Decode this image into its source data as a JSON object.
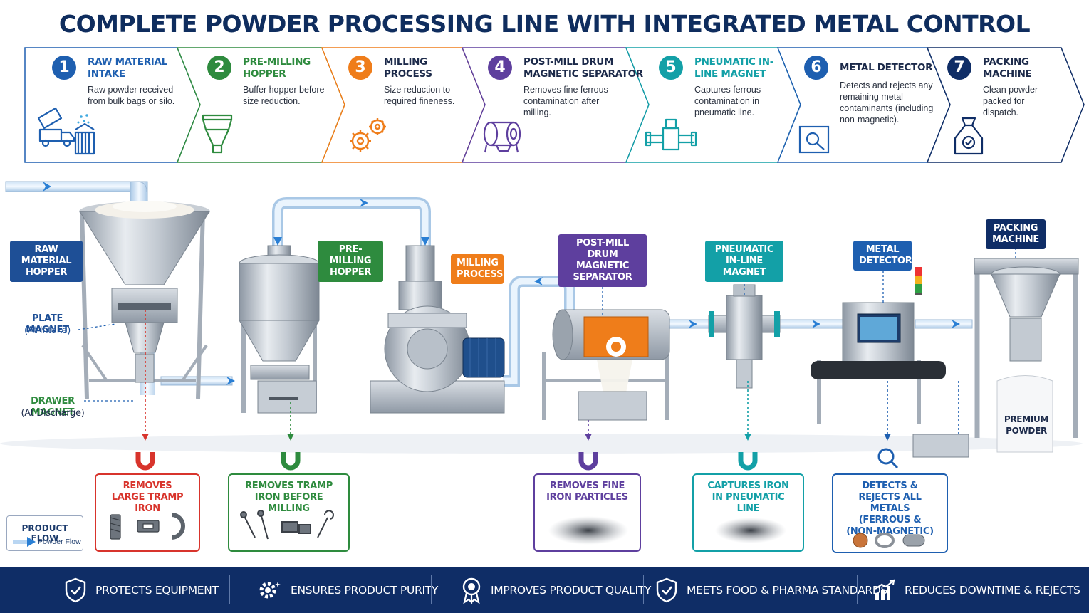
{
  "title": "COMPLETE POWDER PROCESSING LINE WITH INTEGRATED METAL CONTROL",
  "colors": {
    "navy": "#0f2d66",
    "blue": "#1e5fb0",
    "green": "#2e8b3e",
    "orange": "#ef7d1a",
    "purple": "#5e3f9e",
    "teal": "#13a0a7",
    "red": "#d8342c"
  },
  "steps": [
    {
      "number": "1",
      "title": "RAW MATERIAL INTAKE",
      "description": "Raw powder received from bulk bags or silo.",
      "color": "#1e5fb0",
      "icon": "truck-silo-icon"
    },
    {
      "number": "2",
      "title": "PRE-MILLING HOPPER",
      "description": "Buffer hopper before size reduction.",
      "color": "#2e8b3e",
      "icon": "hopper-icon"
    },
    {
      "number": "3",
      "title": "MILLING PROCESS",
      "description": "Size reduction to required fineness.",
      "color": "#ef7d1a",
      "icon": "gears-icon"
    },
    {
      "number": "4",
      "title": "POST-MILL DRUM MAGNETIC SEPARATOR",
      "description": "Removes fine ferrous contamination after milling.",
      "color": "#5e3f9e",
      "icon": "drum-icon"
    },
    {
      "number": "5",
      "title": "PNEUMATIC IN-LINE MAGNET",
      "description": "Captures ferrous contamination in pneumatic line.",
      "color": "#13a0a7",
      "icon": "pipe-magnet-icon"
    },
    {
      "number": "6",
      "title": "METAL DETECTOR",
      "description": "Detects and rejects any remaining metal contaminants (including non-magnetic).",
      "color": "#1e5fb0",
      "icon": "detector-icon"
    },
    {
      "number": "7",
      "title": "PACKING MACHINE",
      "description": "Clean powder packed for dispatch.",
      "color": "#0f2d66",
      "icon": "bag-icon"
    }
  ],
  "equipment_tags": {
    "raw_hopper": "RAW MATERIAL HOPPER",
    "pre_milling": "PRE-MILLING HOPPER",
    "milling": "MILLING PROCESS",
    "drum": "POST-MILL DRUM MAGNETIC SEPARATOR",
    "pneumatic": "PNEUMATIC IN-LINE MAGNET",
    "detector": "METAL DETECTOR",
    "packing": "PACKING MACHINE"
  },
  "magnet_labels": {
    "plate": "PLATE MAGNET",
    "plate_sub": "(At Intake)",
    "drawer": "DRAWER MAGNET",
    "drawer_sub": "(At Discharge)"
  },
  "bag_label": "PREMIUM POWDER",
  "callouts": [
    {
      "text": "REMOVES LARGE TRAMP IRON",
      "color": "#d8342c"
    },
    {
      "text": "REMOVES TRAMP IRON BEFORE MILLING",
      "color": "#2e8b3e"
    },
    {
      "text": "REMOVES FINE IRON PARTICLES",
      "color": "#5e3f9e"
    },
    {
      "text": "CAPTURES IRON IN PNEUMATIC LINE",
      "color": "#13a0a7"
    },
    {
      "text": "DETECTS & REJECTS ALL METALS (FERROUS & (NON-MAGNETIC)",
      "color": "#1e5fb0"
    }
  ],
  "legend": {
    "title": "PRODUCT FLOW",
    "item": "Powder Flow"
  },
  "benefits": [
    {
      "label": "PROTECTS EQUIPMENT",
      "icon": "shield-check-icon"
    },
    {
      "label": "ENSURES PRODUCT PURITY",
      "icon": "gear-sparkle-icon"
    },
    {
      "label": "IMPROVES PRODUCT QUALITY",
      "icon": "award-ribbon-icon"
    },
    {
      "label": "MEETS FOOD & PHARMA STANDARDS",
      "icon": "shield-check-icon"
    },
    {
      "label": "REDUCES DOWNTIME & REJECTS",
      "icon": "bar-chart-up-icon"
    }
  ]
}
